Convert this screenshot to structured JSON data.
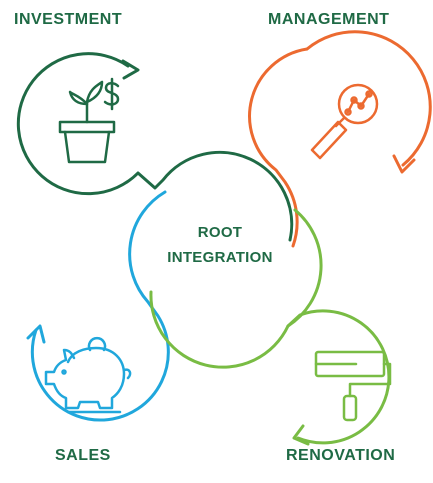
{
  "colors": {
    "investment": "#1f6a45",
    "management": "#ec6a30",
    "sales": "#20a7dc",
    "renovation": "#79bc44"
  },
  "labels": {
    "investment": "INVESTMENT",
    "management": "MANAGEMENT",
    "sales": "SALES",
    "renovation": "RENOVATION"
  },
  "center": {
    "line1": "ROOT",
    "line2": "INTEGRATION"
  },
  "icons": {
    "investment": "plant-pot-dollar-icon",
    "management": "magnifier-chart-icon",
    "sales": "piggy-bank-icon",
    "renovation": "paint-roller-icon"
  }
}
